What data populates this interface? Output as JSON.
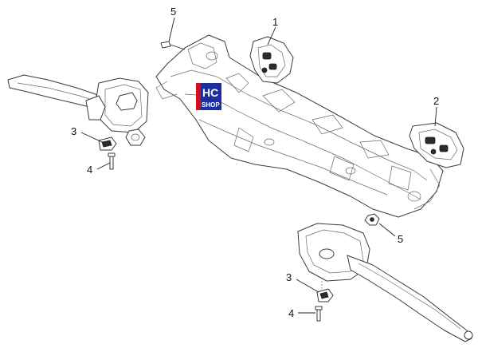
{
  "callouts": [
    {
      "id": "c1",
      "number": "1"
    },
    {
      "id": "c2",
      "number": "2"
    },
    {
      "id": "c3a",
      "number": "3"
    },
    {
      "id": "c3b",
      "number": "3"
    },
    {
      "id": "c4a",
      "number": "4"
    },
    {
      "id": "c4b",
      "number": "4"
    },
    {
      "id": "c5a",
      "number": "5"
    },
    {
      "id": "c5b",
      "number": "5"
    }
  ],
  "logo": {
    "line1": "HC",
    "line2": "SHOP",
    "colors": {
      "primary": "#1c2fa0",
      "accent": "#d0101a"
    }
  },
  "colors": {
    "line": "#3a3a3a",
    "text": "#111111",
    "background": "#ffffff"
  }
}
